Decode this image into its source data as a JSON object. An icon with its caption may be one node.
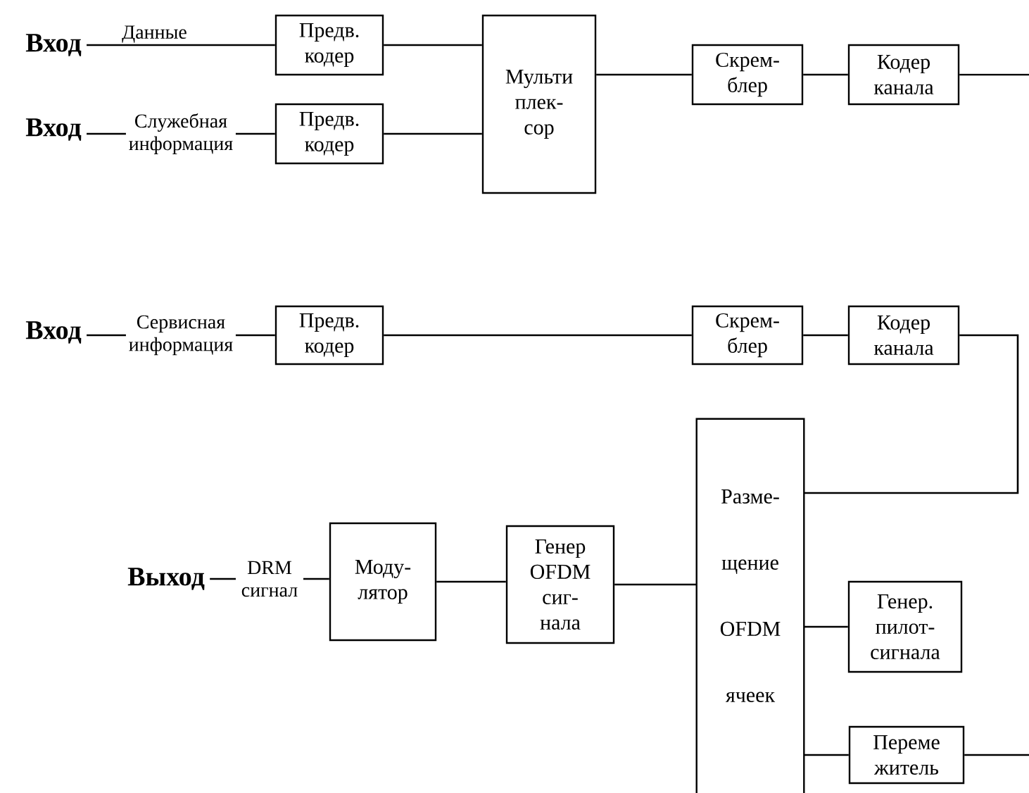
{
  "diagram": {
    "nodes": [
      {
        "text": [
          "Вход"
        ]
      },
      {
        "text": [
          "Предв. кодер"
        ]
      },
      {
        "text": [
          "Вход"
        ]
      },
      {
        "text": [
          "Предв. кодер"
        ]
      },
      {
        "text": [
          "Мульти плек- сор"
        ]
      },
      {
        "text": [
          "Скрем- блер"
        ]
      },
      {
        "text": [
          "Кодер канала"
        ]
      },
      {
        "text": [
          "Вход"
        ]
      },
      {
        "text": [
          "Предв. кодер"
        ]
      },
      {
        "text": [
          "Скрем- блер"
        ]
      },
      {
        "text": [
          "Кодер канала"
        ]
      },
      {
        "text": [
          "Разме- щение OFDM ячеек"
        ]
      },
      {
        "text": [
          "Выход"
        ]
      },
      {
        "text": [
          "Моду- лятор"
        ]
      },
      {
        "text": [
          "Генер OFDM сиг- нала"
        ]
      },
      {
        "text": [
          "Генер. пилот- сигнала"
        ]
      },
      {
        "text": [
          "Переме житель"
        ]
      }
    ],
    "edges": [
      {
        "from": 0,
        "to": 1,
        "arrow": "none",
        "label": "Данные"
      },
      {
        "from": 1,
        "to": 4,
        "arrow": "none"
      },
      {
        "from": 2,
        "to": 3,
        "arrow": "none",
        "label": "Служебная информация"
      },
      {
        "from": 3,
        "to": 4,
        "arrow": "none"
      },
      {
        "from": 4,
        "to": 5,
        "arrow": "none"
      },
      {
        "from": 5,
        "to": 6,
        "arrow": "none"
      },
      {
        "from": 6,
        "to": null,
        "arrow": "none"
      },
      {
        "from": 7,
        "to": 8,
        "arrow": "none",
        "label": "Сервисная информация"
      },
      {
        "from": 8,
        "to": 9,
        "arrow": "none"
      },
      {
        "from": 9,
        "to": 10,
        "arrow": "none"
      },
      {
        "from": 10,
        "to": 11,
        "arrow": "none"
      },
      {
        "from": 11,
        "to": 14,
        "arrow": "none"
      },
      {
        "from": 14,
        "to": 13,
        "arrow": "none"
      },
      {
        "from": 13,
        "to": 12,
        "arrow": "none",
        "label": "DRM сигнал"
      },
      {
        "from": 11,
        "to": 15,
        "arrow": "none"
      },
      {
        "from": 11,
        "to": 16,
        "arrow": "none"
      },
      {
        "from": 16,
        "to": null,
        "arrow": "none"
      }
    ]
  }
}
